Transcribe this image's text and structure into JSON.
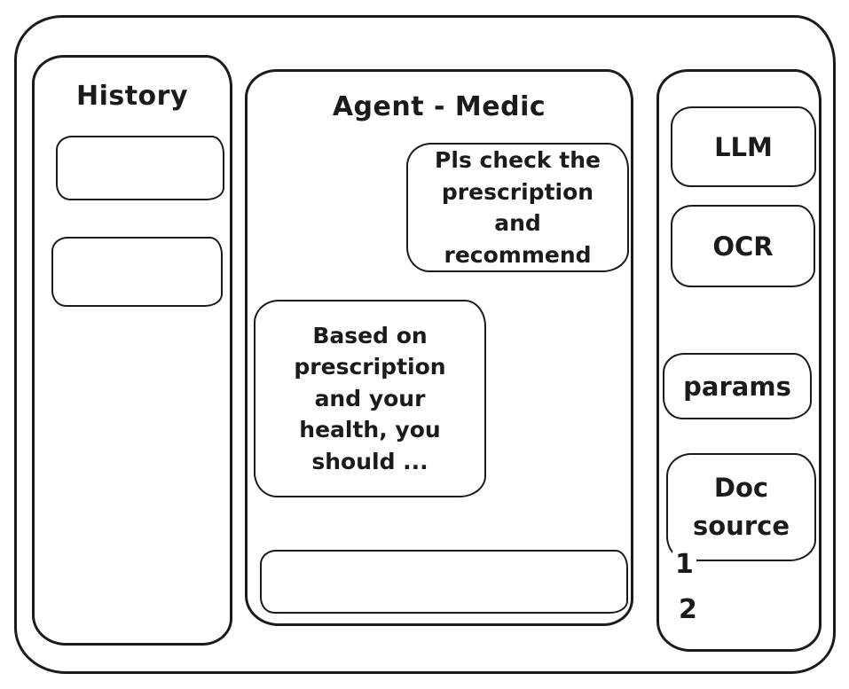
{
  "colors": {
    "stroke": "#1b1b1b",
    "background": "#ffffff"
  },
  "history": {
    "title": "History",
    "items": [
      {
        "label": ""
      },
      {
        "label": ""
      }
    ]
  },
  "chat": {
    "title": "Agent - Medic",
    "messages": [
      {
        "role": "user",
        "text": "Pls check the prescription and recommend"
      },
      {
        "role": "assistant",
        "text": "Based on prescription and your health, you should ..."
      }
    ],
    "input": {
      "value": "",
      "placeholder": ""
    }
  },
  "tools": {
    "buttons": [
      {
        "label": "LLM"
      },
      {
        "label": "OCR"
      },
      {
        "label": "params"
      },
      {
        "label": "Doc source"
      }
    ],
    "doc_sources": [
      {
        "label": "1"
      },
      {
        "label": "2"
      }
    ]
  }
}
